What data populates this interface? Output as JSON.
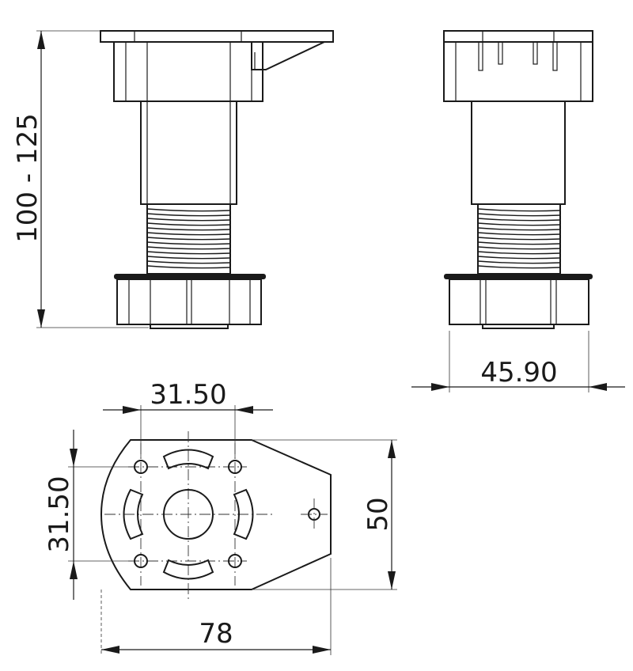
{
  "drawing": {
    "dimensions": {
      "height_range": "100 - 125",
      "side_width": "45.90",
      "hole_spacing_horizontal": "31.50",
      "hole_spacing_vertical": "31.50",
      "plate_height": "50",
      "plate_length": "78"
    }
  }
}
